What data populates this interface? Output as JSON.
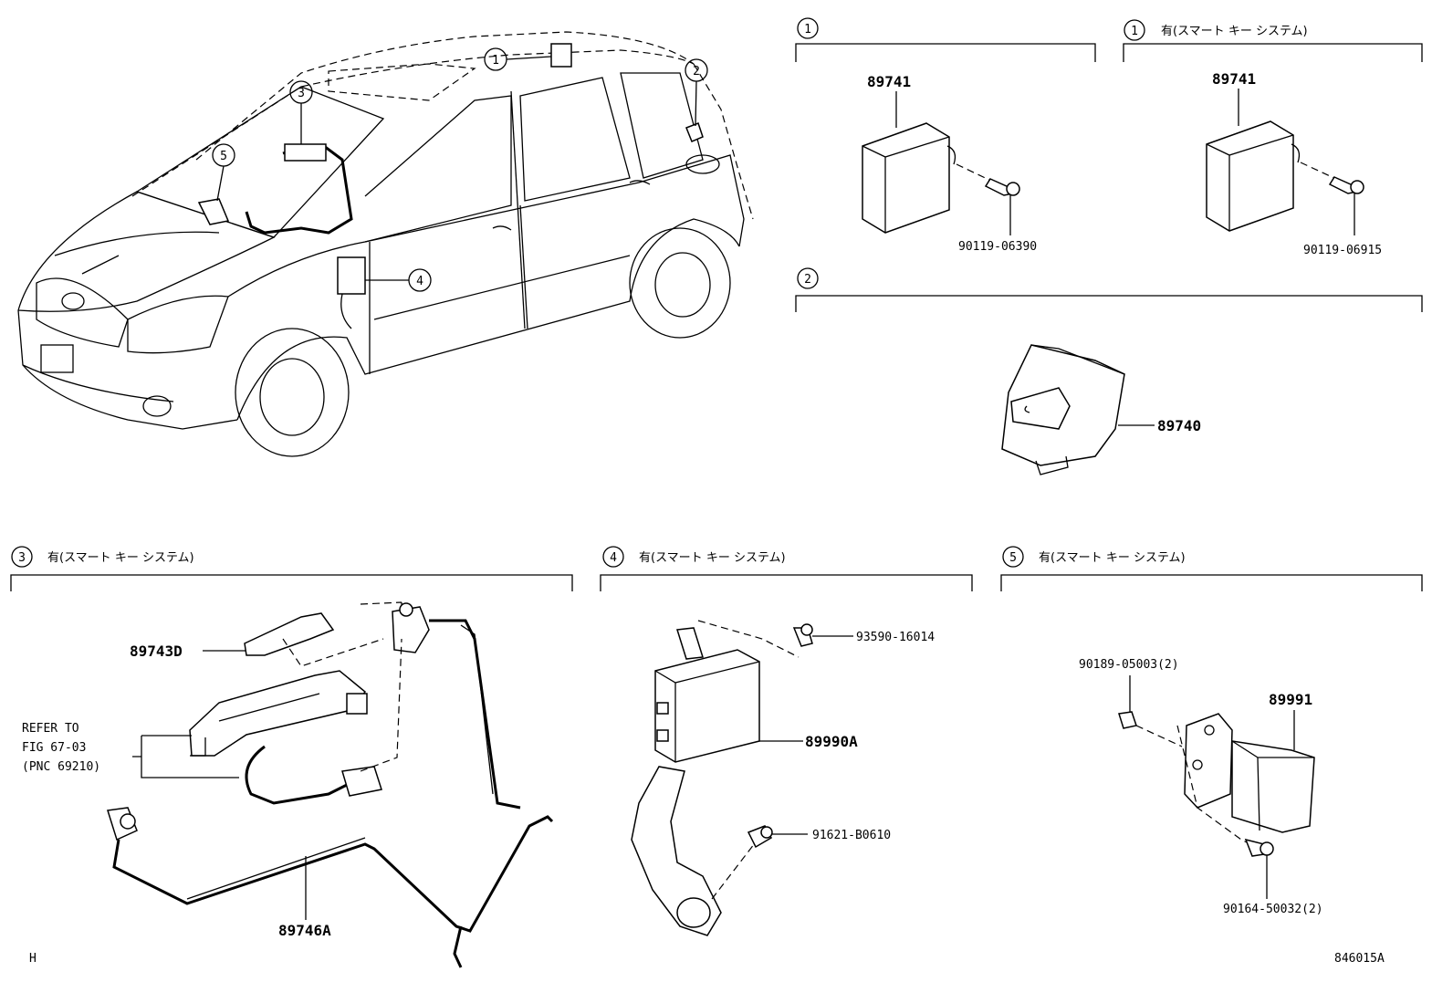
{
  "callouts": {
    "c1": "1",
    "c2": "2",
    "c3": "3",
    "c4": "4",
    "c5": "5"
  },
  "sections": {
    "s1a": {
      "num": "1",
      "title": ""
    },
    "s1b": {
      "num": "1",
      "title": "有(スマート キー システム)"
    },
    "s2": {
      "num": "2",
      "title": ""
    },
    "s3": {
      "num": "3",
      "title": "有(スマート キー システム)"
    },
    "s4": {
      "num": "4",
      "title": "有(スマート キー システム)"
    },
    "s5": {
      "num": "5",
      "title": "有(スマート キー システム)"
    }
  },
  "parts": {
    "p89741a": "89741",
    "p90119_06390": "90119-06390",
    "p89741b": "89741",
    "p90119_06915": "90119-06915",
    "p89740": "89740",
    "p89743D": "89743D",
    "refer1": "REFER TO",
    "refer2": "FIG  67-03",
    "refer3": "(PNC 69210)",
    "p89746A": "89746A",
    "p93590": "93590-16014",
    "p89990A": "89990A",
    "p91621": "91621-B0610",
    "p90189": "90189-05003(2)",
    "p89991": "89991",
    "p90164": "90164-50032(2)"
  },
  "footer": {
    "left": "H",
    "right": "846015A"
  }
}
